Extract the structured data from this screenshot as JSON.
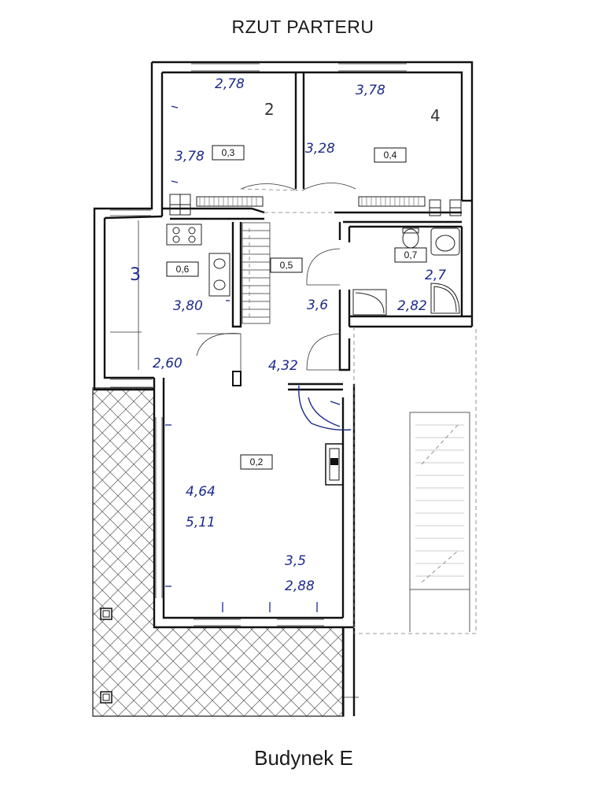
{
  "title": "RZUT PARTERU",
  "building": "Budynek E",
  "rooms": {
    "r2": {
      "number": "2",
      "code": "0,3",
      "dim_top": "2,78",
      "dim_side": "3,78"
    },
    "r4": {
      "number": "4",
      "code": "0,4",
      "dim_top": "3,78",
      "dim_side": "3,28"
    },
    "r3": {
      "number": "3",
      "code": "0,6",
      "dim_a": "3,80",
      "dim_b": "2,60"
    },
    "hall": {
      "code": "0,5",
      "dim_a": "3,6",
      "dim_b": "4,32"
    },
    "bath": {
      "code": "0,7",
      "dim_a": "2,7",
      "dim_b": "2,82"
    },
    "living": {
      "code": "0,2",
      "dim_a": "4,64",
      "dim_b": "5,11",
      "dim_c": "3,5",
      "dim_d": "2,88"
    }
  }
}
